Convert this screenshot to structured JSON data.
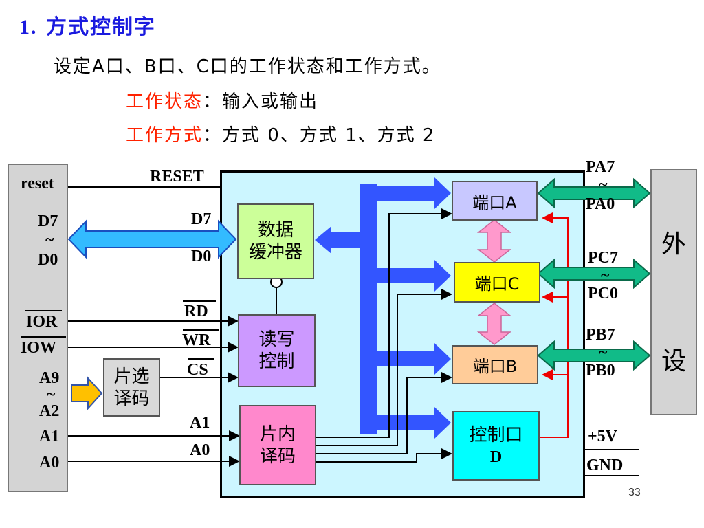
{
  "title": {
    "num": "1.",
    "text": "方式控制字"
  },
  "desc": "设定A口、B口、C口的工作状态和工作方式。",
  "state": {
    "label": "工作状态",
    "value": "：输入或输出"
  },
  "mode": {
    "label": "工作方式",
    "value": "：方式 0、方式 1、方式 2"
  },
  "cpu_pins": {
    "reset": "reset",
    "d7": "D7",
    "tilde1": "~",
    "d0": "D0",
    "ior": "IOR",
    "iow": "IOW",
    "a9": "A9",
    "tilde2": "~",
    "a2": "A2",
    "a1": "A1",
    "a0": "A0"
  },
  "chip_pins": {
    "reset": "RESET",
    "d7": "D7",
    "d0": "D0",
    "rd": "RD",
    "wr": "WR",
    "cs": "CS",
    "a1": "A1",
    "a0": "A0"
  },
  "blocks": {
    "data_buffer": [
      "数据",
      "缓冲器"
    ],
    "rw_control": [
      "读写",
      "控制"
    ],
    "chip_select": [
      "片选",
      "译码"
    ],
    "internal_decode": [
      "片内",
      "译码"
    ],
    "port_a": "端口A",
    "port_c": "端口C",
    "port_b": "端口B",
    "control_port": [
      "控制口",
      "D"
    ]
  },
  "ext_pins": {
    "pa7": "PA7",
    "pa_tilde": "~",
    "pa0": "PA0",
    "pc7": "PC7",
    "pc_tilde": "~",
    "pc0": "PC0",
    "pb7": "PB7",
    "pb_tilde": "~",
    "pb0": "PB0",
    "vcc": "+5V",
    "gnd": "GND"
  },
  "peripheral": [
    "外",
    "设"
  ],
  "page_number": "33",
  "colors": {
    "title": "#1a1adf",
    "highlight": "#ff2200",
    "chip_bg": "#ccf6ff",
    "bus_blue": "#3355ff",
    "data_bus": "#33bbff",
    "buffer": "#ccff99",
    "rw": "#cc99ff",
    "internal": "#ff88cc",
    "port_a": "#c8c8ff",
    "port_c": "#ffff00",
    "port_b": "#ffcc99",
    "control": "#00ffff",
    "ext_arrow": "#11bb88",
    "port_link": "#ff99cc",
    "side_panel": "#d4d4d4"
  }
}
